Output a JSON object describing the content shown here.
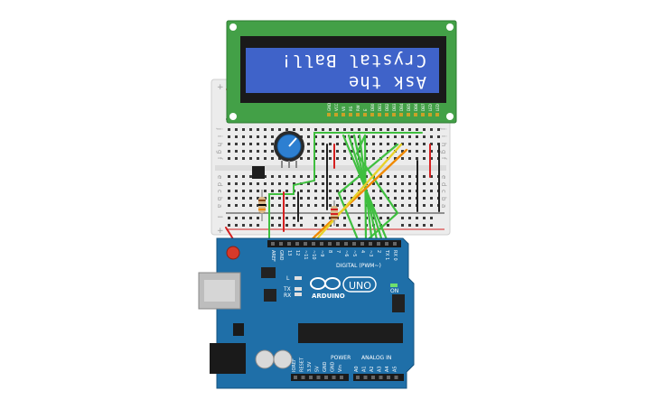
{
  "lcd": {
    "line1": "Ask the",
    "line2": "Crystal Ball!",
    "pin_labels": [
      "GND",
      "VCC",
      "V0",
      "RS",
      "RW",
      "E",
      "DB0",
      "DB1",
      "DB2",
      "DB3",
      "DB4",
      "DB5",
      "DB6",
      "DB7",
      "LED",
      "LED"
    ]
  },
  "breadboard": {
    "row_labels": [
      "a",
      "b",
      "c",
      "d",
      "e",
      "f",
      "g",
      "h",
      "i",
      "j"
    ],
    "rail_plus": "+",
    "rail_minus": "−"
  },
  "arduino": {
    "brand": "ARDUINO",
    "model": "UNO",
    "digital_header": "DIGITAL (PWM~)",
    "power_label": "POWER",
    "analog_label": "ANALOG IN",
    "on_label": "ON",
    "led_labels": [
      "L",
      "TX",
      "RX"
    ],
    "digital_pins": [
      "AREF",
      "GND",
      "13",
      "12",
      "~11",
      "~10",
      "~9",
      "8",
      "7",
      "~6",
      "~5",
      "4",
      "~3",
      "2",
      "TX 1",
      "RX 0"
    ],
    "power_pins": [
      "IOREF",
      "RESET",
      "3.3V",
      "5V",
      "GND",
      "GND",
      "Vin"
    ],
    "analog_pins": [
      "A0",
      "A1",
      "A2",
      "A3",
      "A4",
      "A5"
    ]
  },
  "colors": {
    "lcd_pcb": "#43a047",
    "lcd_screen": "#3f63c9",
    "arduino_board": "#1f6fa8",
    "breadboard": "#ececec",
    "wire_green": "#3fbf3f",
    "wire_red": "#d62020",
    "wire_orange": "#f08a00",
    "wire_yellow": "#e8d12a"
  }
}
